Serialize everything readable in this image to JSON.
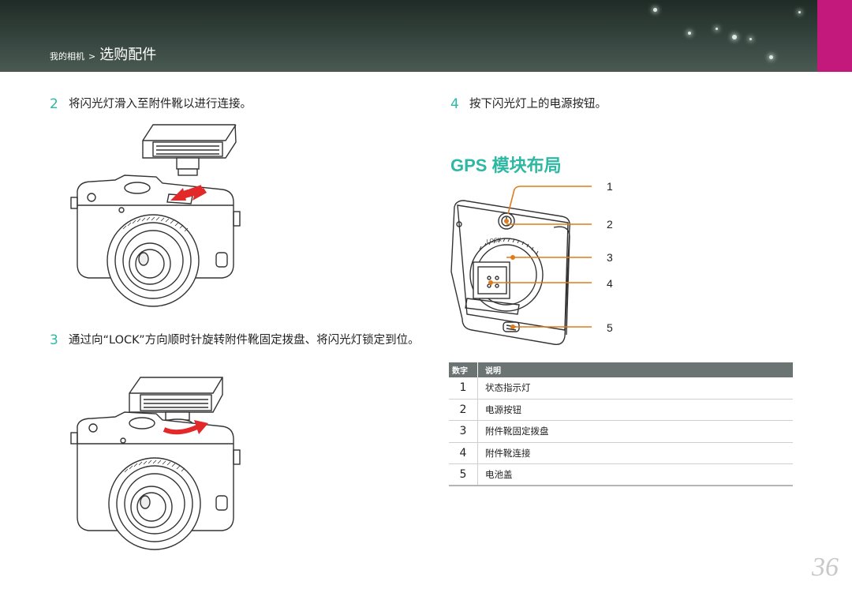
{
  "header": {
    "breadcrumb_parent": "我的相机",
    "breadcrumb_separator": ">",
    "breadcrumb_current": "选购配件",
    "accent_color": "#c4197c"
  },
  "steps": [
    {
      "number": "2",
      "text": "将闪光灯滑入至附件靴以进行连接。"
    },
    {
      "number": "3",
      "text": "通过向“LOCK”方向顺时针旋转附件靴固定拨盘、将闪光灯锁定到位。"
    },
    {
      "number": "4",
      "text": "按下闪光灯上的电源按钮。"
    }
  ],
  "section": {
    "title": "GPS 模块布局",
    "title_color": "#2db8a3"
  },
  "diagram": {
    "lock_label": "LOCK",
    "callouts": [
      "1",
      "2",
      "3",
      "4",
      "5"
    ],
    "callout_color": "#e07a1a"
  },
  "table": {
    "headers": [
      "数字",
      "说明"
    ],
    "rows": [
      {
        "num": "1",
        "desc": "状态指示灯"
      },
      {
        "num": "2",
        "desc": "电源按钮"
      },
      {
        "num": "3",
        "desc": "附件靴固定拨盘"
      },
      {
        "num": "4",
        "desc": "附件靴连接"
      },
      {
        "num": "5",
        "desc": "电池盖"
      }
    ]
  },
  "page_number": "36"
}
